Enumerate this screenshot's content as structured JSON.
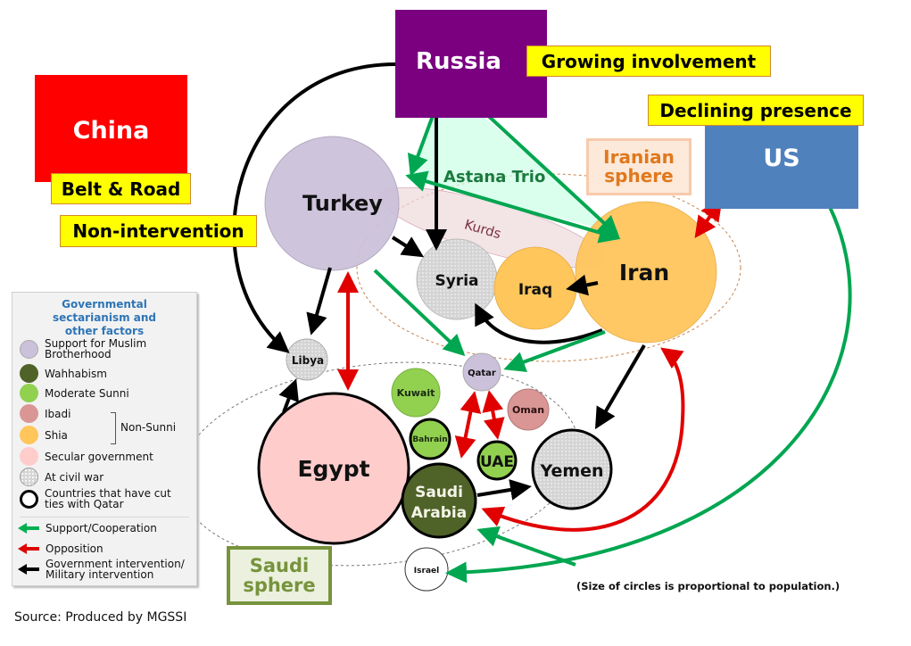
{
  "powers": {
    "russia": {
      "label": "Russia",
      "tag": "Growing involvement",
      "color": "#7a0080"
    },
    "china": {
      "label": "China",
      "tags": [
        "Belt & Road",
        "Non-intervention"
      ],
      "color": "#ff0000"
    },
    "us": {
      "label": "US",
      "tag": "Declining presence",
      "color": "#4f81bd"
    }
  },
  "spheres": {
    "iranian": "Iranian sphere",
    "saudi": "Saudi sphere",
    "astana": "Astana Trio",
    "kurds": "Kurds"
  },
  "countries": [
    {
      "id": "turkey",
      "label": "Turkey",
      "group": "Support for Muslim Brotherhood",
      "civil_war": false,
      "cut_ties_with_qatar": false
    },
    {
      "id": "syria",
      "label": "Syria",
      "group": "At civil war",
      "civil_war": true,
      "cut_ties_with_qatar": false
    },
    {
      "id": "iraq",
      "label": "Iraq",
      "group": "Shia",
      "civil_war": false,
      "cut_ties_with_qatar": false
    },
    {
      "id": "iran",
      "label": "Iran",
      "group": "Shia",
      "civil_war": false,
      "cut_ties_with_qatar": false
    },
    {
      "id": "libya",
      "label": "Libya",
      "group": "At civil war",
      "civil_war": true,
      "cut_ties_with_qatar": false
    },
    {
      "id": "qatar",
      "label": "Qatar",
      "group": "Support for Muslim Brotherhood",
      "civil_war": false,
      "cut_ties_with_qatar": false
    },
    {
      "id": "kuwait",
      "label": "Kuwait",
      "group": "Moderate Sunni",
      "civil_war": false,
      "cut_ties_with_qatar": false
    },
    {
      "id": "oman",
      "label": "Oman",
      "group": "Ibadi",
      "civil_war": false,
      "cut_ties_with_qatar": false
    },
    {
      "id": "bahrain",
      "label": "Bahrain",
      "group": "Moderate Sunni",
      "civil_war": false,
      "cut_ties_with_qatar": true
    },
    {
      "id": "uae",
      "label": "UAE",
      "group": "Moderate Sunni",
      "civil_war": false,
      "cut_ties_with_qatar": true
    },
    {
      "id": "egypt",
      "label": "Egypt",
      "group": "Secular government",
      "civil_war": false,
      "cut_ties_with_qatar": true
    },
    {
      "id": "saudi",
      "label": "Saudi Arabia",
      "label_lines": [
        "Saudi",
        "Arabia"
      ],
      "group": "Wahhabism",
      "civil_war": false,
      "cut_ties_with_qatar": true
    },
    {
      "id": "yemen",
      "label": "Yemen",
      "group": "At civil war",
      "civil_war": true,
      "cut_ties_with_qatar": true
    },
    {
      "id": "israel",
      "label": "Israel",
      "group": "none",
      "civil_war": false,
      "cut_ties_with_qatar": false
    }
  ],
  "relations": [
    {
      "from": "russia",
      "to": "turkey",
      "type": "support",
      "direction": "both"
    },
    {
      "from": "russia",
      "to": "iran",
      "type": "support",
      "direction": "both"
    },
    {
      "from": "turkey",
      "to": "iran",
      "type": "support",
      "direction": "both"
    },
    {
      "from": "russia",
      "to": "syria",
      "type": "intervention"
    },
    {
      "from": "russia",
      "to": "libya",
      "type": "intervention"
    },
    {
      "from": "turkey",
      "to": "syria",
      "type": "intervention"
    },
    {
      "from": "turkey",
      "to": "libya",
      "type": "intervention"
    },
    {
      "from": "turkey",
      "to": "egypt",
      "type": "opposition",
      "direction": "both"
    },
    {
      "from": "turkey",
      "to": "qatar",
      "type": "support"
    },
    {
      "from": "iran",
      "to": "qatar",
      "type": "support"
    },
    {
      "from": "iran",
      "to": "iraq",
      "type": "intervention"
    },
    {
      "from": "iran",
      "to": "syria",
      "type": "intervention"
    },
    {
      "from": "iran",
      "to": "yemen",
      "type": "intervention"
    },
    {
      "from": "us",
      "to": "iran",
      "type": "opposition",
      "direction": "both"
    },
    {
      "from": "saudi",
      "to": "iran",
      "type": "opposition",
      "direction": "both"
    },
    {
      "from": "saudi",
      "to": "qatar",
      "type": "opposition",
      "direction": "both"
    },
    {
      "from": "uae",
      "to": "qatar",
      "type": "opposition",
      "direction": "both"
    },
    {
      "from": "saudi",
      "to": "yemen",
      "type": "intervention"
    },
    {
      "from": "egypt",
      "to": "libya",
      "type": "intervention"
    },
    {
      "from": "us",
      "to": "saudi",
      "type": "support"
    },
    {
      "from": "us",
      "to": "israel",
      "type": "support"
    }
  ],
  "legend": {
    "title": "Governmental sectarianism and other factors",
    "items": [
      {
        "label": "Support for Muslim Brotherhood",
        "lines": [
          "Support for Muslim",
          "Brotherhood"
        ],
        "color": "#ccc1da"
      },
      {
        "label": "Wahhabism",
        "color": "#4f6228"
      },
      {
        "label": "Moderate Sunni",
        "color": "#92d050"
      },
      {
        "label": "Ibadi",
        "color": "#d99694"
      },
      {
        "label": "Shia",
        "color": "#ffc65c"
      },
      {
        "label": "Secular government",
        "color": "#ffcccc"
      },
      {
        "label": "At civil war",
        "color": "#d6d6d6"
      },
      {
        "label": "Countries that have cut ties with Qatar",
        "lines": [
          "Countries that have cut",
          "ties with Qatar"
        ],
        "color": "#ffffff"
      }
    ],
    "bracket_label": "Non-Sunni",
    "arrows": [
      {
        "label": "Support/Cooperation",
        "color": "#00b050"
      },
      {
        "label": "Opposition",
        "color": "#e00000"
      },
      {
        "label": "Government intervention/ Military intervention",
        "lines": [
          "Government intervention/",
          "Military intervention"
        ],
        "color": "#000000"
      }
    ]
  },
  "footnote": "(Size of circles is proportional to population.)",
  "source": "Source: Produced by MGSSI"
}
